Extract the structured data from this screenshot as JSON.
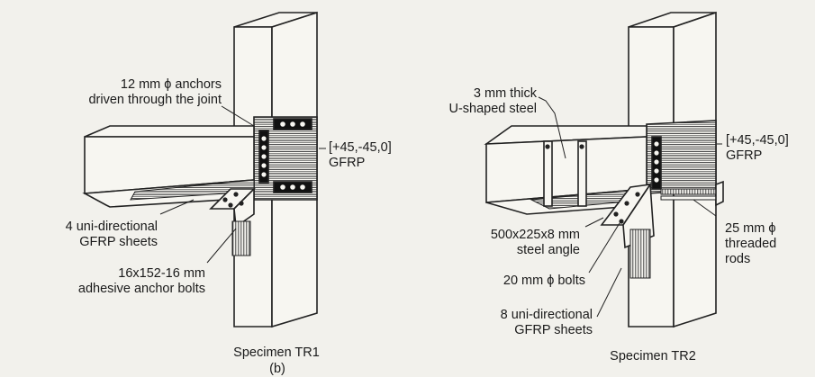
{
  "figure": {
    "panel_letter": "(b)",
    "left_specimen": {
      "caption": "Specimen TR1",
      "labels": {
        "anchors_line1": "12 mm ϕ anchors",
        "anchors_line2": "driven through the joint",
        "gfrp_line1": "[+45,-45,0]",
        "gfrp_line2": "GFRP",
        "sheets_line1": "4 uni-directional",
        "sheets_line2": "GFRP sheets",
        "bolts_line1": "16x152-16 mm",
        "bolts_line2": "adhesive anchor bolts"
      }
    },
    "right_specimen": {
      "caption": "Specimen TR2",
      "labels": {
        "steel_line1": "3 mm thick",
        "steel_line2": "U-shaped steel",
        "gfrp_line1": "[+45,-45,0]",
        "gfrp_line2": "GFRP",
        "angle_line1": "500x225x8 mm",
        "angle_line2": "steel angle",
        "rods_line1": "25 mm ϕ",
        "rods_line2": "threaded",
        "rods_line3": "rods",
        "bolts_line1": "20 mm ϕ bolts",
        "sheets_line1": "8 uni-directional",
        "sheets_line2": "GFRP sheets"
      }
    }
  }
}
